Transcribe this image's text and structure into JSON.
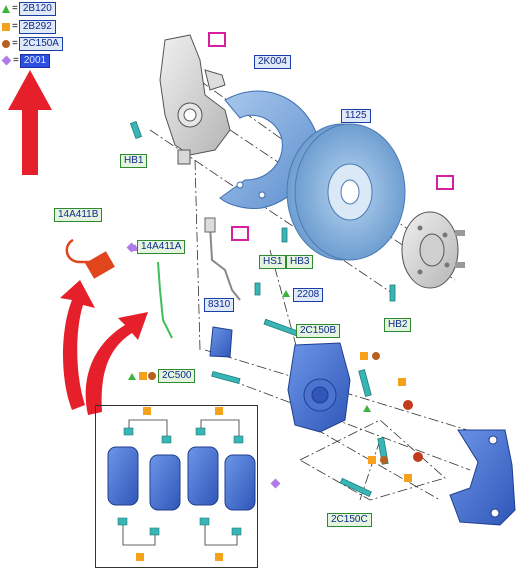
{
  "legend": [
    {
      "symbol": "triangle",
      "color": "#3cb43c",
      "code": "2B120"
    },
    {
      "symbol": "square",
      "color": "#f5a11b",
      "code": "2B292"
    },
    {
      "symbol": "circle",
      "color": "#b8601e",
      "code": "2C150A"
    },
    {
      "symbol": "diamond",
      "color": "#b07be8",
      "code": "2001",
      "selected": true
    }
  ],
  "labels": {
    "dust_shield": "2K004",
    "disc": "1125",
    "hb1": "HB1",
    "hs1": "HS1",
    "hb3": "HB3",
    "hb2": "HB2",
    "sensor_a": "14A411A",
    "sensor_b": "14A411B",
    "bleed": "2208",
    "bolt_b": "2C150B",
    "bolt_c": "2C150C",
    "pads": "8310",
    "caliper_kit": "2C500"
  },
  "colors": {
    "part_blue": "#4a7ad8",
    "arrow_red": "#e5202a",
    "pin_magenta": "#d61fa0",
    "label_bg": "#dfe9f7"
  }
}
